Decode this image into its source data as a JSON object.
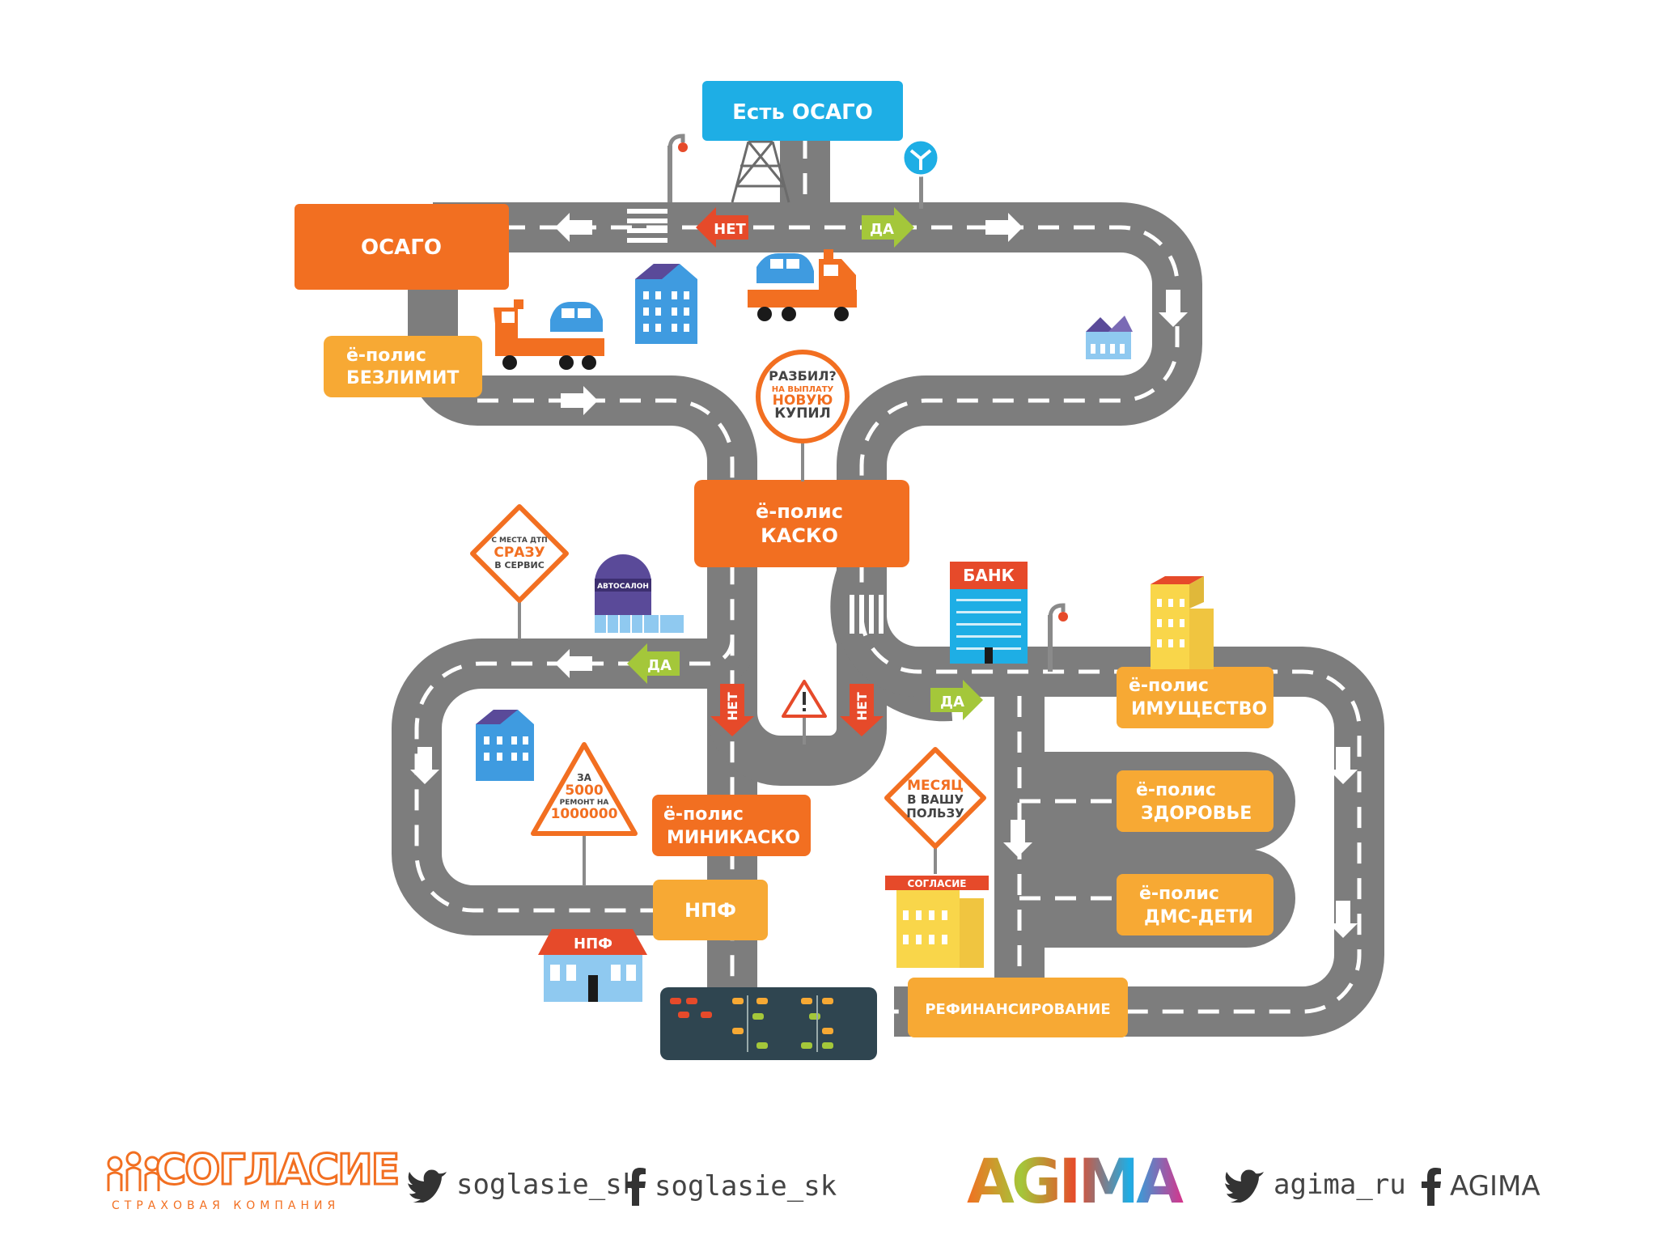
{
  "colors": {
    "road": "#7d7d7d",
    "orange": "#f26f21",
    "light_orange": "#f7a934",
    "cyan": "#1eaee5",
    "green": "#a4c73a",
    "red": "#e64a2a",
    "dark": "#2f4550"
  },
  "start_sign": "Есть ОСАГО",
  "decisions": {
    "no": "НЕТ",
    "yes": "ДА"
  },
  "boxes": {
    "osago": "ОСАГО",
    "bezlimit_top": "ё-полис",
    "bezlimit_bottom": "БЕЗЛИМИТ",
    "kasko_top": "ё-полис",
    "kasko_bottom": "КАСКО",
    "minikasko_top": "ё-полис",
    "minikasko_bottom": "МИНИКАСКО",
    "npf": "НПФ",
    "imushchestvo_top": "ё-полис",
    "imushchestvo_bottom": "ИМУЩЕСТВО",
    "zdorovie_top": "ё-полис",
    "zdorovie_bottom": "ЗДОРОВЬЕ",
    "dms_top": "ё-полис",
    "dms_bottom": "ДМС-ДЕТИ",
    "refin": "РЕФИНАНСИРОВАНИЕ"
  },
  "signs": {
    "razbil_1": "РАЗБИЛ?",
    "razbil_2": "НА ВЫПЛАТУ",
    "razbil_3": "НОВУЮ",
    "razbil_4": "КУПИЛ",
    "srazu_1": "С МЕСТА ДТП",
    "srazu_2": "СРАЗУ",
    "srazu_3": "В СЕРВИС",
    "za_1": "ЗА",
    "za_2": "5000",
    "za_3": "РЕМОНТ НА",
    "za_4": "1000000",
    "mesyats_1": "МЕСЯЦ",
    "mesyats_2": "В ВАШУ",
    "mesyats_3": "ПОЛЬЗУ"
  },
  "buildings": {
    "bank": "БАНК",
    "autosalon": "АВТОСАЛОН",
    "npf": "НПФ",
    "soglasie_office": "СОГЛАСИЕ"
  },
  "footer": {
    "logo_main": "СОГЛАСИЕ",
    "logo_sub": "СТРАХОВАЯ КОМПАНИЯ",
    "twitter_1": "soglasie_sk",
    "facebook_1": "soglasie_sk",
    "agima": "AGIMA",
    "twitter_2": "agima_ru",
    "facebook_2": "AGIMA"
  },
  "icons": [
    "street-lamp-icon",
    "turn-sign-icon",
    "tow-truck-icon",
    "warning-sign-icon",
    "arrow-icon",
    "twitter-icon",
    "facebook-icon"
  ]
}
